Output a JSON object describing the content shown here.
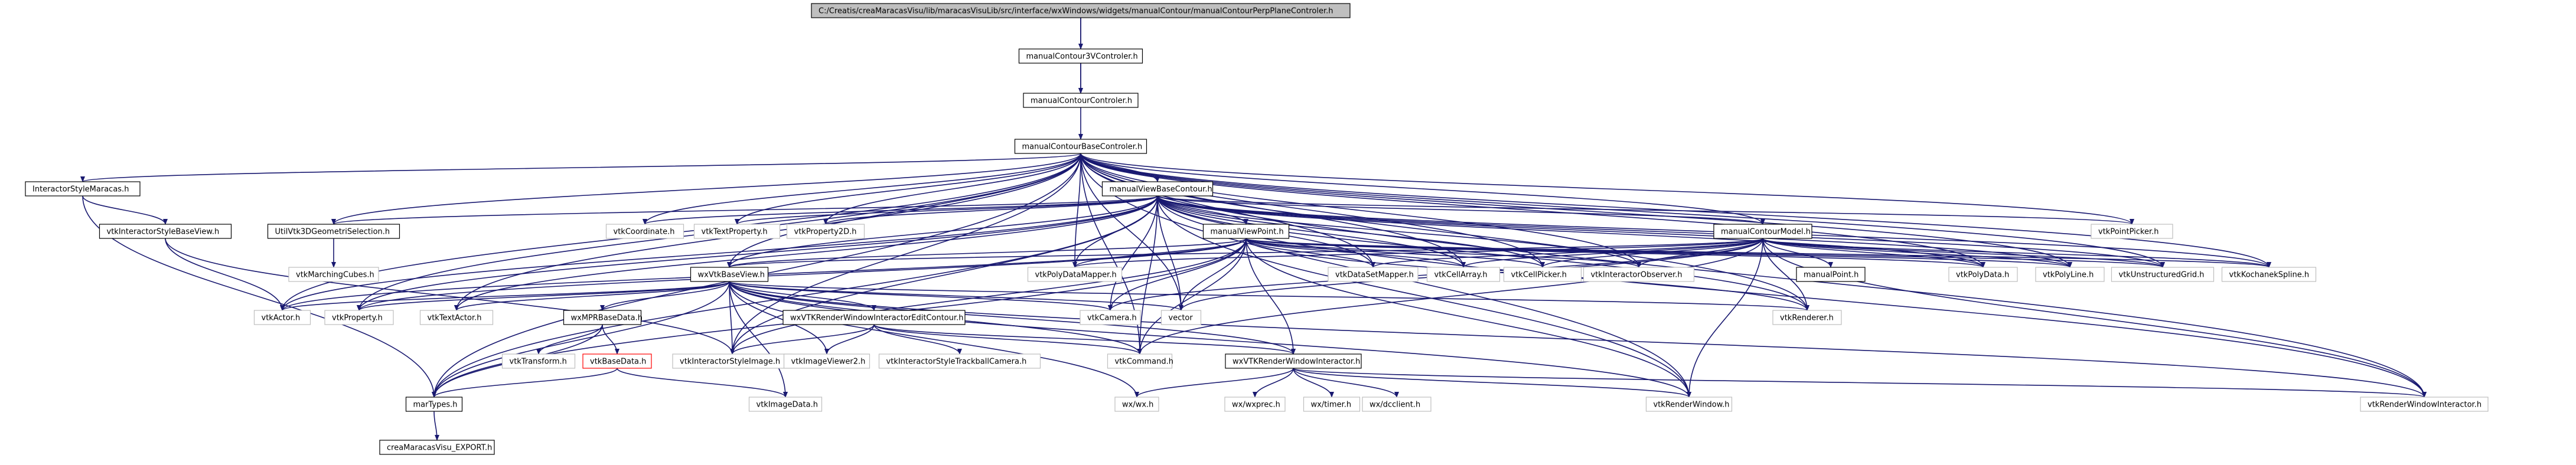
{
  "diagram": {
    "colors": {
      "edge": "#191970",
      "root_fill": "#bfbfbf",
      "box_border": "#000000",
      "external_border": "#bfbfbf",
      "highlight_border": "#ff0000"
    },
    "nodes": [
      {
        "id": "root",
        "label": "C:/Creatis/creaMaracasVisu/lib/maracasVisuLib/src/interface/wxWindows/widgets/manualContour/manualContourPerpPlaneControler.h",
        "style": "root"
      },
      {
        "id": "c3v",
        "label": "manualContour3VControler.h",
        "style": "box"
      },
      {
        "id": "cc",
        "label": "manualContourControler.h",
        "style": "box"
      },
      {
        "id": "cbc",
        "label": "manualContourBaseControler.h",
        "style": "box"
      },
      {
        "id": "ism",
        "label": "InteractorStyleMaracas.h",
        "style": "box"
      },
      {
        "id": "mvbc",
        "label": "manualViewBaseContour.h",
        "style": "box"
      },
      {
        "id": "vpp",
        "label": "vtkPointPicker.h",
        "style": "ext"
      },
      {
        "id": "visbv",
        "label": "vtkInteractorStyleBaseView.h",
        "style": "box"
      },
      {
        "id": "u3d",
        "label": "UtilVtk3DGeometriSelection.h",
        "style": "box"
      },
      {
        "id": "vcoord",
        "label": "vtkCoordinate.h",
        "style": "ext"
      },
      {
        "id": "vtp",
        "label": "vtkTextProperty.h",
        "style": "ext"
      },
      {
        "id": "vp2d",
        "label": "vtkProperty2D.h",
        "style": "ext"
      },
      {
        "id": "mvp",
        "label": "manualViewPoint.h",
        "style": "box"
      },
      {
        "id": "mcm",
        "label": "manualContourModel.h",
        "style": "box"
      },
      {
        "id": "vmc",
        "label": "vtkMarchingCubes.h",
        "style": "ext"
      },
      {
        "id": "wxvbv",
        "label": "wxVtkBaseView.h",
        "style": "box"
      },
      {
        "id": "vpdm",
        "label": "vtkPolyDataMapper.h",
        "style": "ext"
      },
      {
        "id": "vdsm",
        "label": "vtkDataSetMapper.h",
        "style": "ext"
      },
      {
        "id": "vca",
        "label": "vtkCellArray.h",
        "style": "ext"
      },
      {
        "id": "vcp",
        "label": "vtkCellPicker.h",
        "style": "ext"
      },
      {
        "id": "vio",
        "label": "vtkInteractorObserver.h",
        "style": "ext"
      },
      {
        "id": "mp",
        "label": "manualPoint.h",
        "style": "box"
      },
      {
        "id": "vpd",
        "label": "vtkPolyData.h",
        "style": "ext"
      },
      {
        "id": "vpl",
        "label": "vtkPolyLine.h",
        "style": "ext"
      },
      {
        "id": "vug",
        "label": "vtkUnstructuredGrid.h",
        "style": "ext"
      },
      {
        "id": "vks",
        "label": "vtkKochanekSpline.h",
        "style": "ext"
      },
      {
        "id": "vactor",
        "label": "vtkActor.h",
        "style": "ext"
      },
      {
        "id": "vprop",
        "label": "vtkProperty.h",
        "style": "ext"
      },
      {
        "id": "vta",
        "label": "vtkTextActor.h",
        "style": "ext"
      },
      {
        "id": "wxmpr",
        "label": "wxMPRBaseData.h",
        "style": "box"
      },
      {
        "id": "wxrwiec",
        "label": "wxVTKRenderWindowInteractorEditContour.h",
        "style": "box"
      },
      {
        "id": "vcam",
        "label": "vtkCamera.h",
        "style": "ext"
      },
      {
        "id": "vector",
        "label": "vector",
        "style": "ext"
      },
      {
        "id": "vren",
        "label": "vtkRenderer.h",
        "style": "ext"
      },
      {
        "id": "vtrans",
        "label": "vtkTransform.h",
        "style": "ext"
      },
      {
        "id": "vbd",
        "label": "vtkBaseData.h",
        "style": "red"
      },
      {
        "id": "visi",
        "label": "vtkInteractorStyleImage.h",
        "style": "ext"
      },
      {
        "id": "viv2",
        "label": "vtkImageViewer2.h",
        "style": "ext"
      },
      {
        "id": "vistc",
        "label": "vtkInteractorStyleTrackballCamera.h",
        "style": "ext"
      },
      {
        "id": "vcmd",
        "label": "vtkCommand.h",
        "style": "ext"
      },
      {
        "id": "wxrwi",
        "label": "wxVTKRenderWindowInteractor.h",
        "style": "box"
      },
      {
        "id": "mt",
        "label": "marTypes.h",
        "style": "box"
      },
      {
        "id": "vid",
        "label": "vtkImageData.h",
        "style": "ext"
      },
      {
        "id": "wxwx",
        "label": "wx/wx.h",
        "style": "ext"
      },
      {
        "id": "wxprec",
        "label": "wx/wxprec.h",
        "style": "ext"
      },
      {
        "id": "wxtimer",
        "label": "wx/timer.h",
        "style": "ext"
      },
      {
        "id": "wxdc",
        "label": "wx/dcclient.h",
        "style": "ext"
      },
      {
        "id": "vrw",
        "label": "vtkRenderWindow.h",
        "style": "ext"
      },
      {
        "id": "vrwi",
        "label": "vtkRenderWindowInteractor.h",
        "style": "ext"
      },
      {
        "id": "export",
        "label": "creaMaracasVisu_EXPORT.h",
        "style": "box"
      }
    ],
    "edges": [
      [
        "root",
        "c3v"
      ],
      [
        "root",
        "cc"
      ],
      [
        "c3v",
        "cc"
      ],
      [
        "cc",
        "cbc"
      ],
      [
        "cbc",
        "ism"
      ],
      [
        "cbc",
        "mvbc"
      ],
      [
        "cbc",
        "vpp"
      ],
      [
        "cbc",
        "u3d"
      ],
      [
        "cbc",
        "vcoord"
      ],
      [
        "cbc",
        "vtp"
      ],
      [
        "cbc",
        "vp2d"
      ],
      [
        "cbc",
        "mcm"
      ],
      [
        "cbc",
        "vactor"
      ],
      [
        "cbc",
        "vta"
      ],
      [
        "cbc",
        "wxvbv"
      ],
      [
        "cbc",
        "vpdm"
      ],
      [
        "cbc",
        "vdsm"
      ],
      [
        "cbc",
        "vca"
      ],
      [
        "cbc",
        "vcp"
      ],
      [
        "cbc",
        "vio"
      ],
      [
        "cbc",
        "vpd"
      ],
      [
        "cbc",
        "vpl"
      ],
      [
        "cbc",
        "vug"
      ],
      [
        "cbc",
        "vks"
      ],
      [
        "cbc",
        "vector"
      ],
      [
        "cbc",
        "vren"
      ],
      [
        "cbc",
        "vcmd"
      ],
      [
        "cbc",
        "visi"
      ],
      [
        "cbc",
        "mt"
      ],
      [
        "cbc",
        "vrw"
      ],
      [
        "cbc",
        "vrwi"
      ],
      [
        "cbc",
        "vprop"
      ],
      [
        "ism",
        "visbv"
      ],
      [
        "ism",
        "mt"
      ],
      [
        "visbv",
        "vactor"
      ],
      [
        "visbv",
        "visi"
      ],
      [
        "u3d",
        "vmc"
      ],
      [
        "mvbc",
        "u3d"
      ],
      [
        "mvbc",
        "vcoord"
      ],
      [
        "mvbc",
        "vtp"
      ],
      [
        "mvbc",
        "vp2d"
      ],
      [
        "mvbc",
        "mvp"
      ],
      [
        "mvbc",
        "mcm"
      ],
      [
        "mvbc",
        "wxvbv"
      ],
      [
        "mvbc",
        "vpdm"
      ],
      [
        "mvbc",
        "vdsm"
      ],
      [
        "mvbc",
        "vca"
      ],
      [
        "mvbc",
        "vcp"
      ],
      [
        "mvbc",
        "vio"
      ],
      [
        "mvbc",
        "vpd"
      ],
      [
        "mvbc",
        "vpl"
      ],
      [
        "mvbc",
        "vug"
      ],
      [
        "mvbc",
        "vks"
      ],
      [
        "mvbc",
        "vactor"
      ],
      [
        "mvbc",
        "vprop"
      ],
      [
        "mvbc",
        "vta"
      ],
      [
        "mvbc",
        "vcam"
      ],
      [
        "mvbc",
        "vector"
      ],
      [
        "mvbc",
        "vren"
      ],
      [
        "mvbc",
        "vcmd"
      ],
      [
        "mvbc",
        "visi"
      ],
      [
        "mvbc",
        "vrw"
      ],
      [
        "mvbc",
        "vrwi"
      ],
      [
        "mvbc",
        "mt"
      ],
      [
        "mvbc",
        "vpp"
      ],
      [
        "mvp",
        "wxvbv"
      ],
      [
        "mvp",
        "vpdm"
      ],
      [
        "mvp",
        "vdsm"
      ],
      [
        "mvp",
        "vca"
      ],
      [
        "mvp",
        "vcp"
      ],
      [
        "mvp",
        "vio"
      ],
      [
        "mvp",
        "vpd"
      ],
      [
        "mvp",
        "vpl"
      ],
      [
        "mvp",
        "vug"
      ],
      [
        "mvp",
        "vks"
      ],
      [
        "mvp",
        "vactor"
      ],
      [
        "mvp",
        "vprop"
      ],
      [
        "mvp",
        "vcam"
      ],
      [
        "mvp",
        "vector"
      ],
      [
        "mvp",
        "vren"
      ],
      [
        "mvp",
        "vcmd"
      ],
      [
        "mvp",
        "visi"
      ],
      [
        "mvp",
        "wxrwi"
      ],
      [
        "mvp",
        "vrw"
      ],
      [
        "mvp",
        "mt"
      ],
      [
        "mcm",
        "mp"
      ],
      [
        "mcm",
        "vpd"
      ],
      [
        "mcm",
        "vpl"
      ],
      [
        "mcm",
        "vug"
      ],
      [
        "mcm",
        "vks"
      ],
      [
        "mcm",
        "vca"
      ],
      [
        "mcm",
        "vcp"
      ],
      [
        "mcm",
        "vio"
      ],
      [
        "mcm",
        "vdsm"
      ],
      [
        "mcm",
        "vpdm"
      ],
      [
        "mcm",
        "vector"
      ],
      [
        "mcm",
        "vren"
      ],
      [
        "mcm",
        "vcmd"
      ],
      [
        "mcm",
        "vrw"
      ],
      [
        "mcm",
        "vrwi"
      ],
      [
        "mcm",
        "wxvbv"
      ],
      [
        "mcm",
        "vcam"
      ],
      [
        "wxvbv",
        "vactor"
      ],
      [
        "wxvbv",
        "vprop"
      ],
      [
        "wxvbv",
        "vta"
      ],
      [
        "wxvbv",
        "wxmpr"
      ],
      [
        "wxvbv",
        "wxrwiec"
      ],
      [
        "wxvbv",
        "vcam"
      ],
      [
        "wxvbv",
        "vector"
      ],
      [
        "wxvbv",
        "vren"
      ],
      [
        "wxvbv",
        "visi"
      ],
      [
        "wxvbv",
        "viv2"
      ],
      [
        "wxvbv",
        "vcmd"
      ],
      [
        "wxvbv",
        "wxrwi"
      ],
      [
        "wxvbv",
        "mt"
      ],
      [
        "wxvbv",
        "wxwx"
      ],
      [
        "wxvbv",
        "vrw"
      ],
      [
        "wxvbv",
        "vrwi"
      ],
      [
        "wxvbv",
        "vid"
      ],
      [
        "wxmpr",
        "vtrans"
      ],
      [
        "wxmpr",
        "vbd"
      ],
      [
        "wxmpr",
        "mt"
      ],
      [
        "vbd",
        "mt"
      ],
      [
        "vbd",
        "vid"
      ],
      [
        "wxrwiec",
        "visi"
      ],
      [
        "wxrwiec",
        "viv2"
      ],
      [
        "wxrwiec",
        "vistc"
      ],
      [
        "wxrwiec",
        "vcmd"
      ],
      [
        "wxrwiec",
        "wxrwi"
      ],
      [
        "wxrwi",
        "wxwx"
      ],
      [
        "wxrwi",
        "wxprec"
      ],
      [
        "wxrwi",
        "wxtimer"
      ],
      [
        "wxrwi",
        "wxdc"
      ],
      [
        "wxrwi",
        "vrw"
      ],
      [
        "wxrwi",
        "vrwi"
      ],
      [
        "mt",
        "export"
      ]
    ]
  }
}
